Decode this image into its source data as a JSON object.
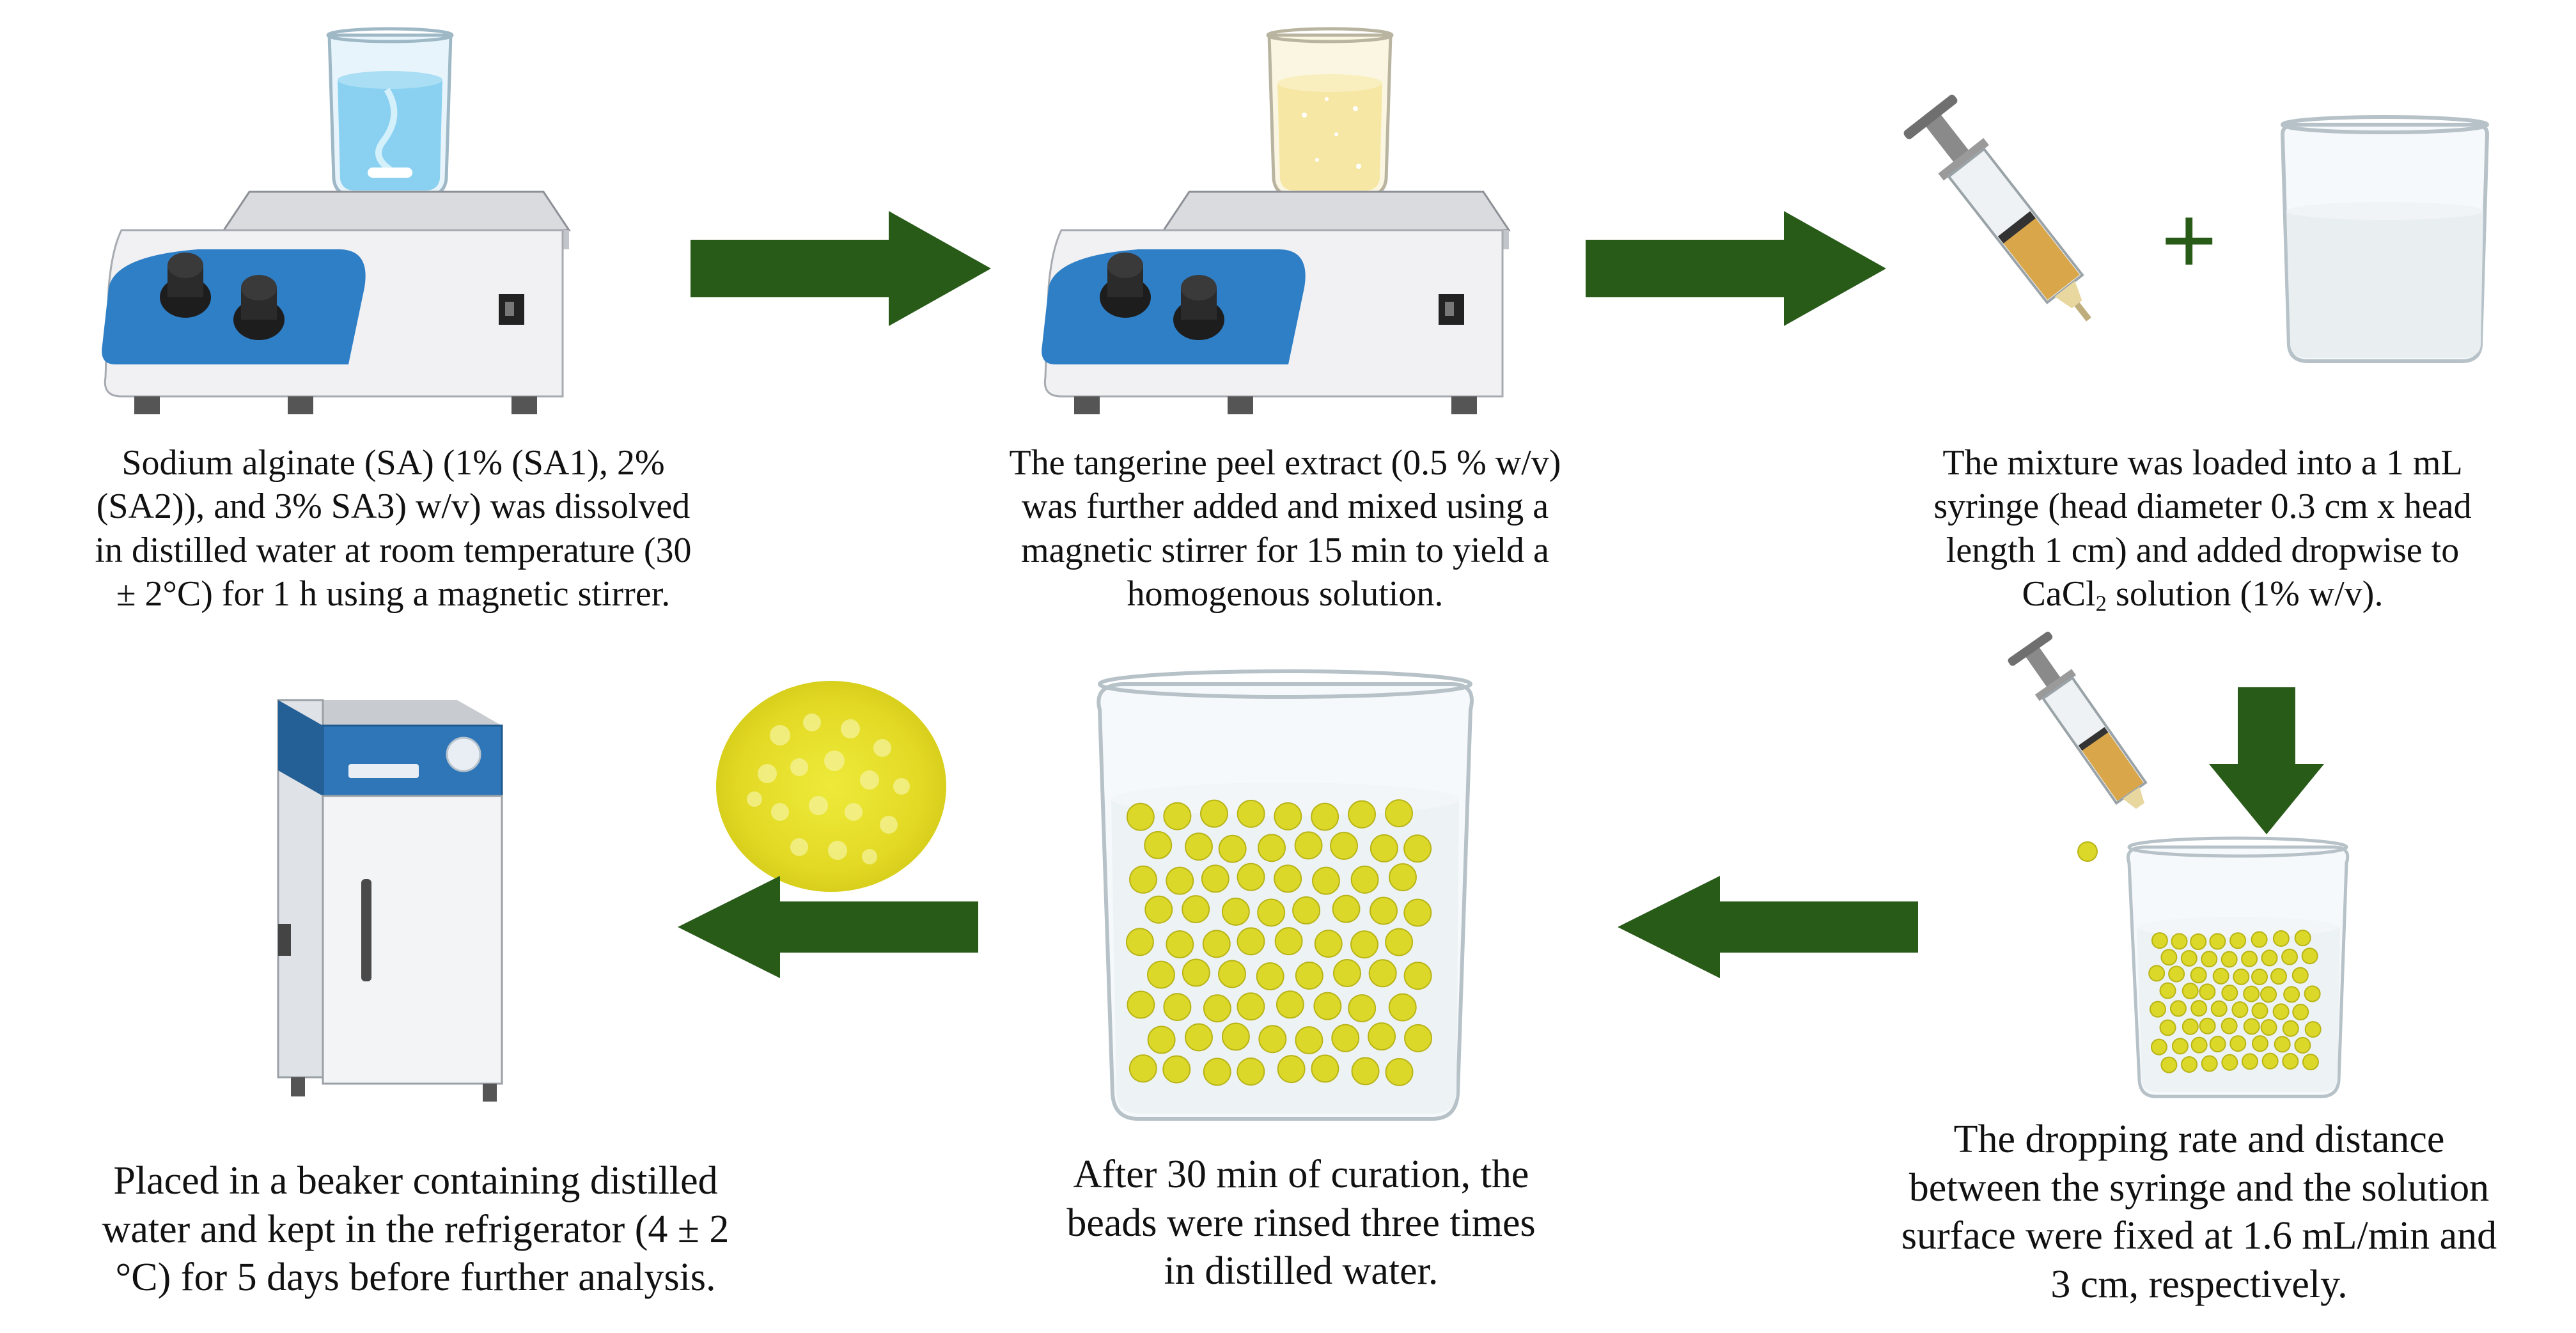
{
  "steps": [
    {
      "id": "step1",
      "lines": [
        "Sodium alginate (SA) (1% (SA1), 2%",
        "(SA2)), and 3% SA3) w/v) was dissolved",
        "in distilled water at room temperature (30",
        "± 2°C) for 1 h using a magnetic stirrer."
      ]
    },
    {
      "id": "step2",
      "lines": [
        "The tangerine peel extract (0.5 % w/v)",
        "was further added and mixed using a",
        "magnetic stirrer for 15 min to yield a",
        "homogenous solution."
      ]
    },
    {
      "id": "step3",
      "lines": [
        "The mixture was loaded into a 1 mL",
        "syringe (head diameter 0.3 cm x head",
        "length 1 cm) and added dropwise to"
      ],
      "last_line_pre": "CaCl",
      "last_line_sub": "2",
      "last_line_post": " solution (1% w/v)."
    },
    {
      "id": "step4",
      "lines": [
        "The dropping rate and distance",
        "between the syringe and the solution",
        "surface were fixed at 1.6 mL/min and",
        "3 cm, respectively."
      ]
    },
    {
      "id": "step5",
      "lines": [
        "After 30 min of curation, the",
        "beads were rinsed three times",
        "in distilled water."
      ]
    },
    {
      "id": "step6",
      "lines": [
        "Placed in a beaker containing distilled",
        "water and kept in the refrigerator (4 ± 2",
        "°C) for 5 days before further analysis."
      ]
    }
  ],
  "plus_sign": "+",
  "colors": {
    "arrow": "#285a18",
    "bead": "#dcd82a",
    "bead_edge": "#b8b416",
    "stirrer_panel": "#2f7fc6",
    "stirrer_body": "#f1f1f3",
    "water_blue": "#7fcdf0",
    "extract_yellow": "#f6e7a4",
    "fridge_blue": "#2e76b8"
  }
}
